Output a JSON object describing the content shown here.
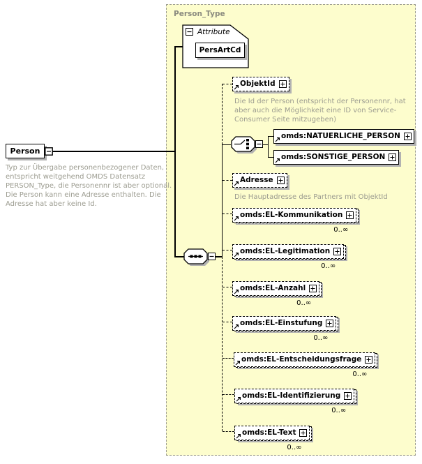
{
  "container": {
    "label": "Person_Type"
  },
  "root": {
    "label": "Person",
    "annotation": "Typ zur Übergabe personenbezogener Daten, entspricht weitgehend OMDS Datensatz PERSON_Type, die Personennr ist aber optional. Die Person kann eine Adresse enthalten. Die Adresse hat aber keine Id."
  },
  "attributes": {
    "section_label": "Attribute",
    "items": [
      {
        "label": "PersArtCd"
      }
    ]
  },
  "children": [
    {
      "label": "ObjektId",
      "annotation": "Die Id der Person (entspricht der Personennr, hat aber auch die Möglichkeit eine ID von Service-Consumer Seite mitzugeben)"
    },
    {
      "label": "omds:NATUERLICHE_PERSON"
    },
    {
      "label": "omds:SONSTIGE_PERSON"
    },
    {
      "label": "Adresse",
      "annotation": "Die Hauptadresse des Partners mit ObjektId"
    },
    {
      "label": "omds:EL-Kommunikation",
      "occurrence": "0..∞"
    },
    {
      "label": "omds:EL-Legitimation",
      "occurrence": "0..∞"
    },
    {
      "label": "omds:EL-Anzahl",
      "occurrence": "0..∞"
    },
    {
      "label": "omds:EL-Einstufung",
      "occurrence": "0..∞"
    },
    {
      "label": "omds:EL-Entscheidungsfrage",
      "occurrence": "0..∞"
    },
    {
      "label": "omds:EL-Identifizierung",
      "occurrence": "0..∞"
    },
    {
      "label": "omds:EL-Text",
      "occurrence": "0..∞"
    }
  ],
  "colors": {
    "container_bg": "#fdfdcd",
    "container_border": "#9a9a8e",
    "container_label": "#8b8b7f",
    "annotation_text": "#9c9c90",
    "shadow": "#b2b2b2",
    "line": "#000000"
  }
}
